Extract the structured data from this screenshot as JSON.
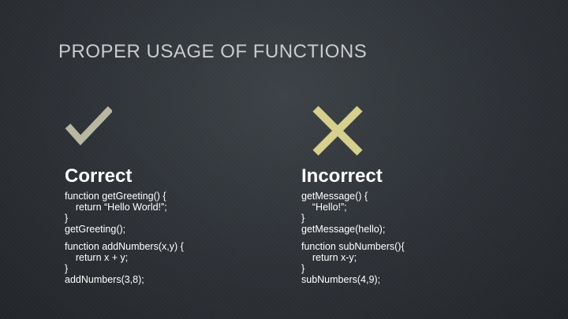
{
  "title": "PROPER USAGE OF FUNCTIONS",
  "colors": {
    "check": "#b9b7a2",
    "cross": "#d6cf8e"
  },
  "correct": {
    "icon": "check-icon",
    "heading": "Correct",
    "lines": [
      "function getGreeting() {",
      "    return “Hello World!”;",
      "}",
      "getGreeting();",
      "",
      "function addNumbers(x,y) {",
      "    return x + y;",
      "}",
      "addNumbers(3,8);"
    ]
  },
  "incorrect": {
    "icon": "cross-icon",
    "heading": "Incorrect",
    "lines": [
      "getMessage() {",
      "    “Hello!”;",
      "}",
      "getMessage(hello);",
      "",
      "function subNumbers(){",
      "    return x-y;",
      "}",
      "subNumbers(4,9);"
    ]
  }
}
